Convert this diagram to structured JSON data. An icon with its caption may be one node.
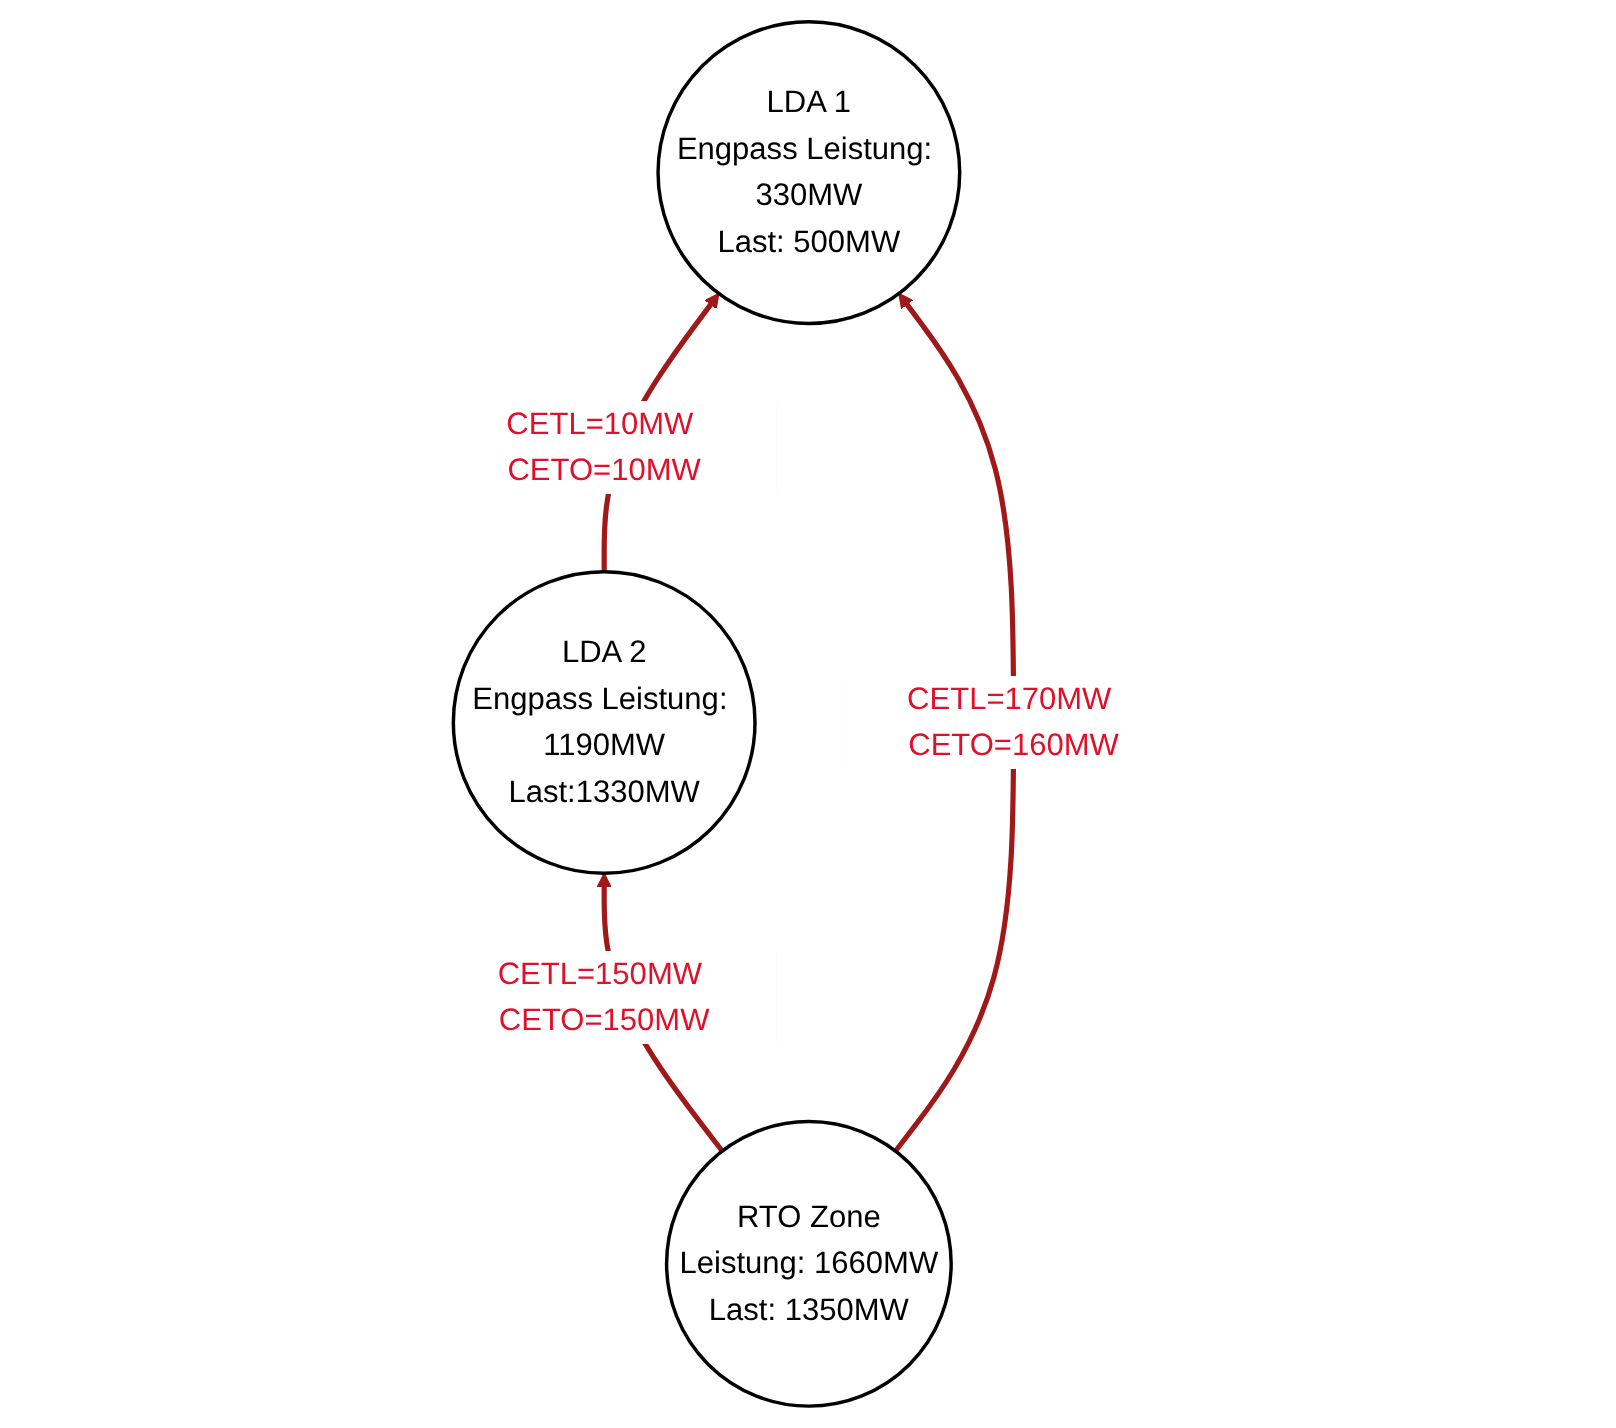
{
  "diagram": {
    "nodes": [
      {
        "text": [
          "LDA 1",
          "Engpass Leistung: 330MW",
          "Last: 500MW"
        ]
      },
      {
        "text": [
          "LDA 2",
          "Engpass Leistung: 1190MW",
          "Last:1330MW"
        ]
      },
      {
        "text": [
          "RTO Zone",
          "Leistung: 1660MW",
          "Last: 1350MW"
        ]
      }
    ],
    "edges": [
      {
        "from": 1,
        "to": 0,
        "arrow": "to",
        "label": "CETL=10MW CETO=10MW"
      },
      {
        "from": 2,
        "to": 1,
        "arrow": "to",
        "label": "CETL=150MW CETO=150MW"
      },
      {
        "from": 2,
        "to": 0,
        "arrow": "to",
        "label": "CETL=170MW CETO=160MW"
      }
    ]
  }
}
